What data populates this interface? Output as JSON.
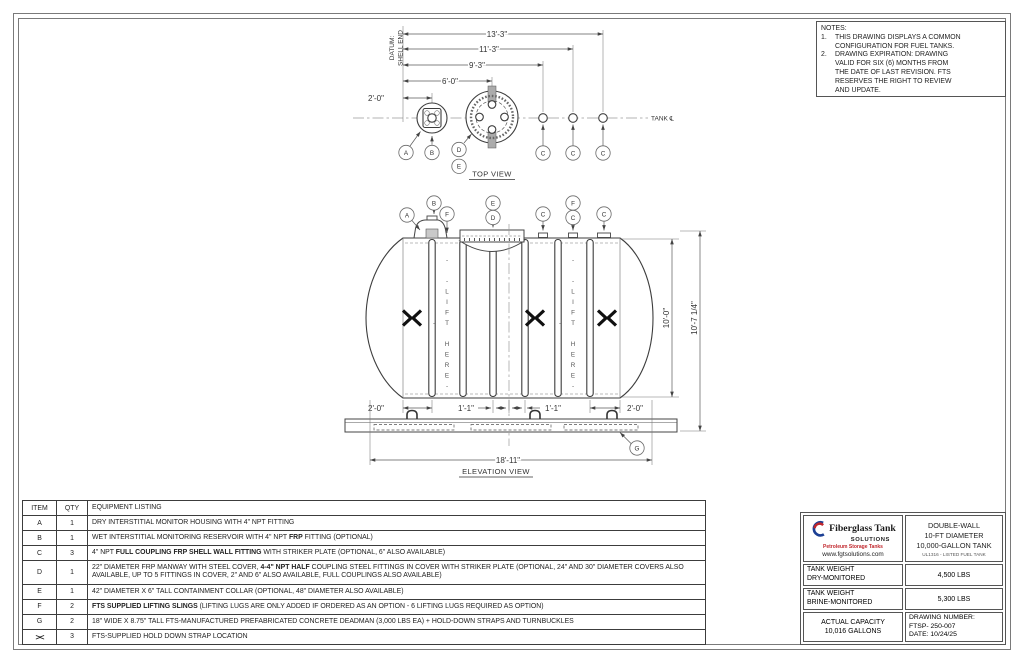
{
  "notes": {
    "title": "NOTES:",
    "items": [
      {
        "num": "1.",
        "text": "THIS DRAWING DISPLAYS A COMMON CONFIGURATION FOR FUEL TANKS."
      },
      {
        "num": "2.",
        "text": "DRAWING EXPIRATION: DRAWING VALID FOR SIX (6) MONTHS FROM THE DATE OF LAST REVISION. FTS RESERVES THE RIGHT TO REVIEW AND UPDATE."
      }
    ]
  },
  "top_view": {
    "label": "TOP VIEW",
    "datum_line1": "DATUM:",
    "datum_line2": "SHELL END",
    "tank_centerline": "TANK ℄",
    "dims": {
      "d13": "13'-3\"",
      "d11": "11'-3\"",
      "d9": "9'-3\"",
      "d6": "6'-0\"",
      "d2": "2'-0\""
    },
    "balloons": {
      "a": "A",
      "b": "B",
      "d": "D",
      "e": "E",
      "c1": "C",
      "c2": "C",
      "c3": "C"
    }
  },
  "elevation": {
    "label": "ELEVATION VIEW",
    "lift_here": "- -LIFT HERE- -",
    "dims": {
      "inner_height": "10'-0\"",
      "outer_height": "10'-7 1/4\"",
      "left": "2'-0\"",
      "l1": "1'-1\"",
      "r1": "1'-1\"",
      "right": "2'-0\"",
      "overall": "18'-11\""
    },
    "balloons": {
      "a": "A",
      "b": "B",
      "f1": "F",
      "e": "E",
      "d": "D",
      "c1": "C",
      "f2": "F",
      "c2": "C",
      "c3": "C",
      "g": "G"
    }
  },
  "equipment": {
    "headers": [
      "ITEM",
      "QTY",
      "EQUIPMENT LISTING"
    ],
    "rows": [
      {
        "item": "A",
        "qty": "1",
        "desc": [
          {
            "t": "DRY INTERSTITIAL MONITOR HOUSING WITH 4\" NPT FITTING"
          }
        ]
      },
      {
        "item": "B",
        "qty": "1",
        "desc": [
          {
            "t": "WET INTERSTITIAL MONITORING RESERVOIR WITH 4\" NPT "
          },
          {
            "t": "FRP",
            "b": true
          },
          {
            "t": " FITTING (OPTIONAL)"
          }
        ]
      },
      {
        "item": "C",
        "qty": "3",
        "desc": [
          {
            "t": "4\" NPT "
          },
          {
            "t": "FULL COUPLING FRP SHELL WALL FITTING",
            "b": true
          },
          {
            "t": " WITH STRIKER PLATE (OPTIONAL, 6\" ALSO AVAILABLE)"
          }
        ]
      },
      {
        "item": "D",
        "qty": "1",
        "desc": [
          {
            "t": "22\" DIAMETER FRP MANWAY WITH STEEL COVER, "
          },
          {
            "t": "4-4\" NPT HALF",
            "b": true
          },
          {
            "t": " COUPLING STEEL FITTINGS IN COVER WITH STRIKER PLATE (OPTIONAL, 24\" AND 30\" DIAMETER COVERS ALSO AVAILABLE, UP TO 5 FITTINGS IN COVER, 2\" AND 6\" ALSO AVAILABLE, FULL COUPLINGS ALSO AVAILABLE)"
          }
        ]
      },
      {
        "item": "E",
        "qty": "1",
        "desc": [
          {
            "t": "42\" DIAMETER X 6\" TALL CONTAINMENT COLLAR (OPTIONAL, 48\" DIAMETER ALSO AVAILABLE)"
          }
        ]
      },
      {
        "item": "F",
        "qty": "2",
        "desc": [
          {
            "t": "FTS SUPPLIED LIFTING SLINGS",
            "b": true
          },
          {
            "t": " (LIFTING LUGS ARE ONLY ADDED IF ORDERED AS AN OPTION - 6 LIFTING LUGS REQUIRED AS OPTION)"
          }
        ]
      },
      {
        "item": "G",
        "qty": "2",
        "desc": [
          {
            "t": "18\" WIDE X 8.75\" TALL FTS-MANUFACTURED PREFABRICATED CONCRETE DEADMAN (3,000 LBS EA) + HOLD-DOWN STRAPS AND TURNBUCKLES"
          }
        ]
      },
      {
        "item": "><",
        "qty": "3",
        "sym": true,
        "desc": [
          {
            "t": "FTS-SUPPLIED HOLD DOWN STRAP LOCATION"
          }
        ]
      }
    ]
  },
  "title_block": {
    "logo": {
      "name": "Fiberglass Tank",
      "solutions": "SOLUTIONS",
      "tagline": "Petroleum Storage Tanks",
      "website": "www.fgtsolutions.com"
    },
    "brand_red": "#c1272d",
    "brand_blue": "#1c3f94",
    "tank_title": {
      "line1": "DOUBLE-WALL",
      "line2": "10-FT DIAMETER",
      "line3": "10,000-GALLON TANK",
      "line4": "UL1316 - LISTED FUEL TANK"
    },
    "weight_dry": {
      "l1": "TANK WEIGHT",
      "l2": "DRY-MONITORED",
      "value": "4,500 LBS"
    },
    "weight_brine": {
      "l1": "TANK WEIGHT",
      "l2": "BRINE-MONITORED",
      "value": "5,300 LBS"
    },
    "capacity": {
      "l1": "ACTUAL CAPACITY",
      "l2": "10,016 GALLONS"
    },
    "drawing": {
      "l1": "DRAWING NUMBER:",
      "l2": "FTSP- 250-007",
      "l3": "DATE: 10/24/25"
    }
  }
}
